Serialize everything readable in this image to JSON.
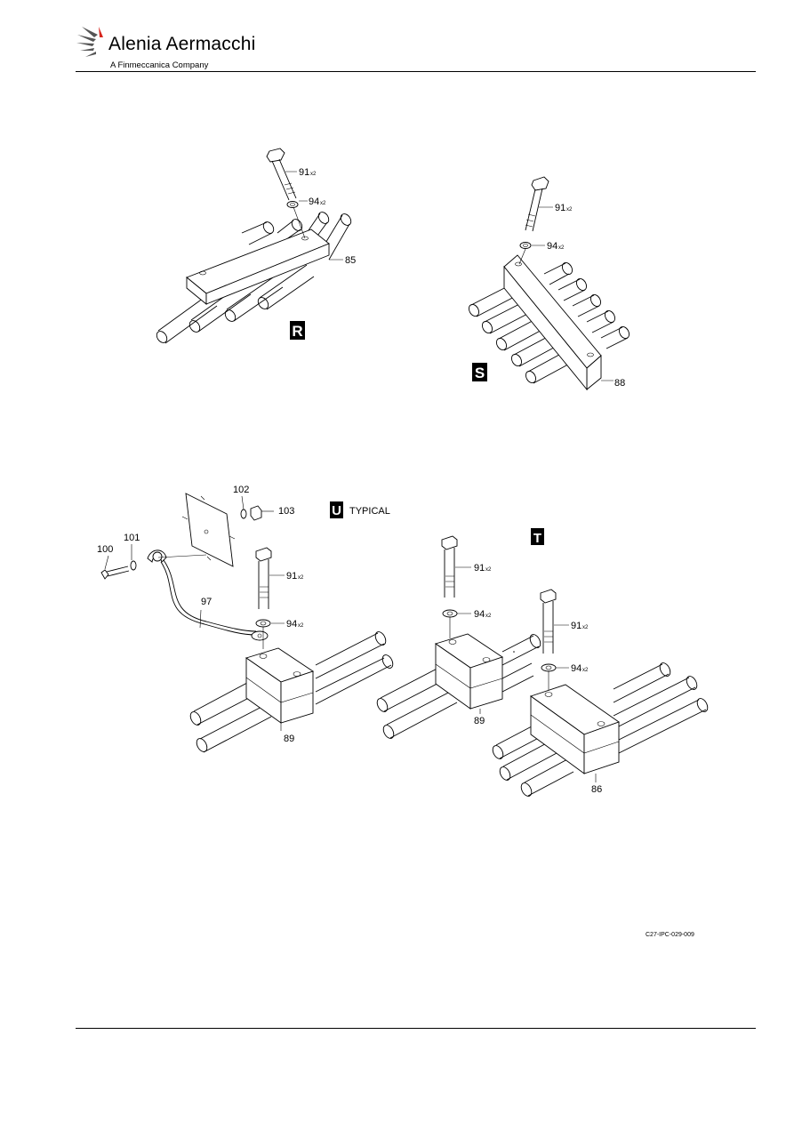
{
  "header": {
    "brand_name": "Alenia Aermacchi",
    "brand_subtitle": "A Finmeccanica Company",
    "logo_accent": "#d7261e"
  },
  "views": [
    {
      "letter": "R",
      "callouts": [
        "91",
        "94",
        "85"
      ]
    },
    {
      "letter": "S",
      "callouts": [
        "91",
        "94",
        "88"
      ]
    },
    {
      "letter": "U",
      "note": "TYPICAL",
      "callouts": [
        "102",
        "103",
        "101",
        "100",
        "97",
        "91",
        "94",
        "89"
      ]
    },
    {
      "letter": "T",
      "callouts": [
        "91",
        "94",
        "89",
        "91",
        "94",
        "86"
      ]
    }
  ],
  "qty_suffix": "x2",
  "footer": {
    "doc_ref": "C27-IPC-029-009"
  }
}
